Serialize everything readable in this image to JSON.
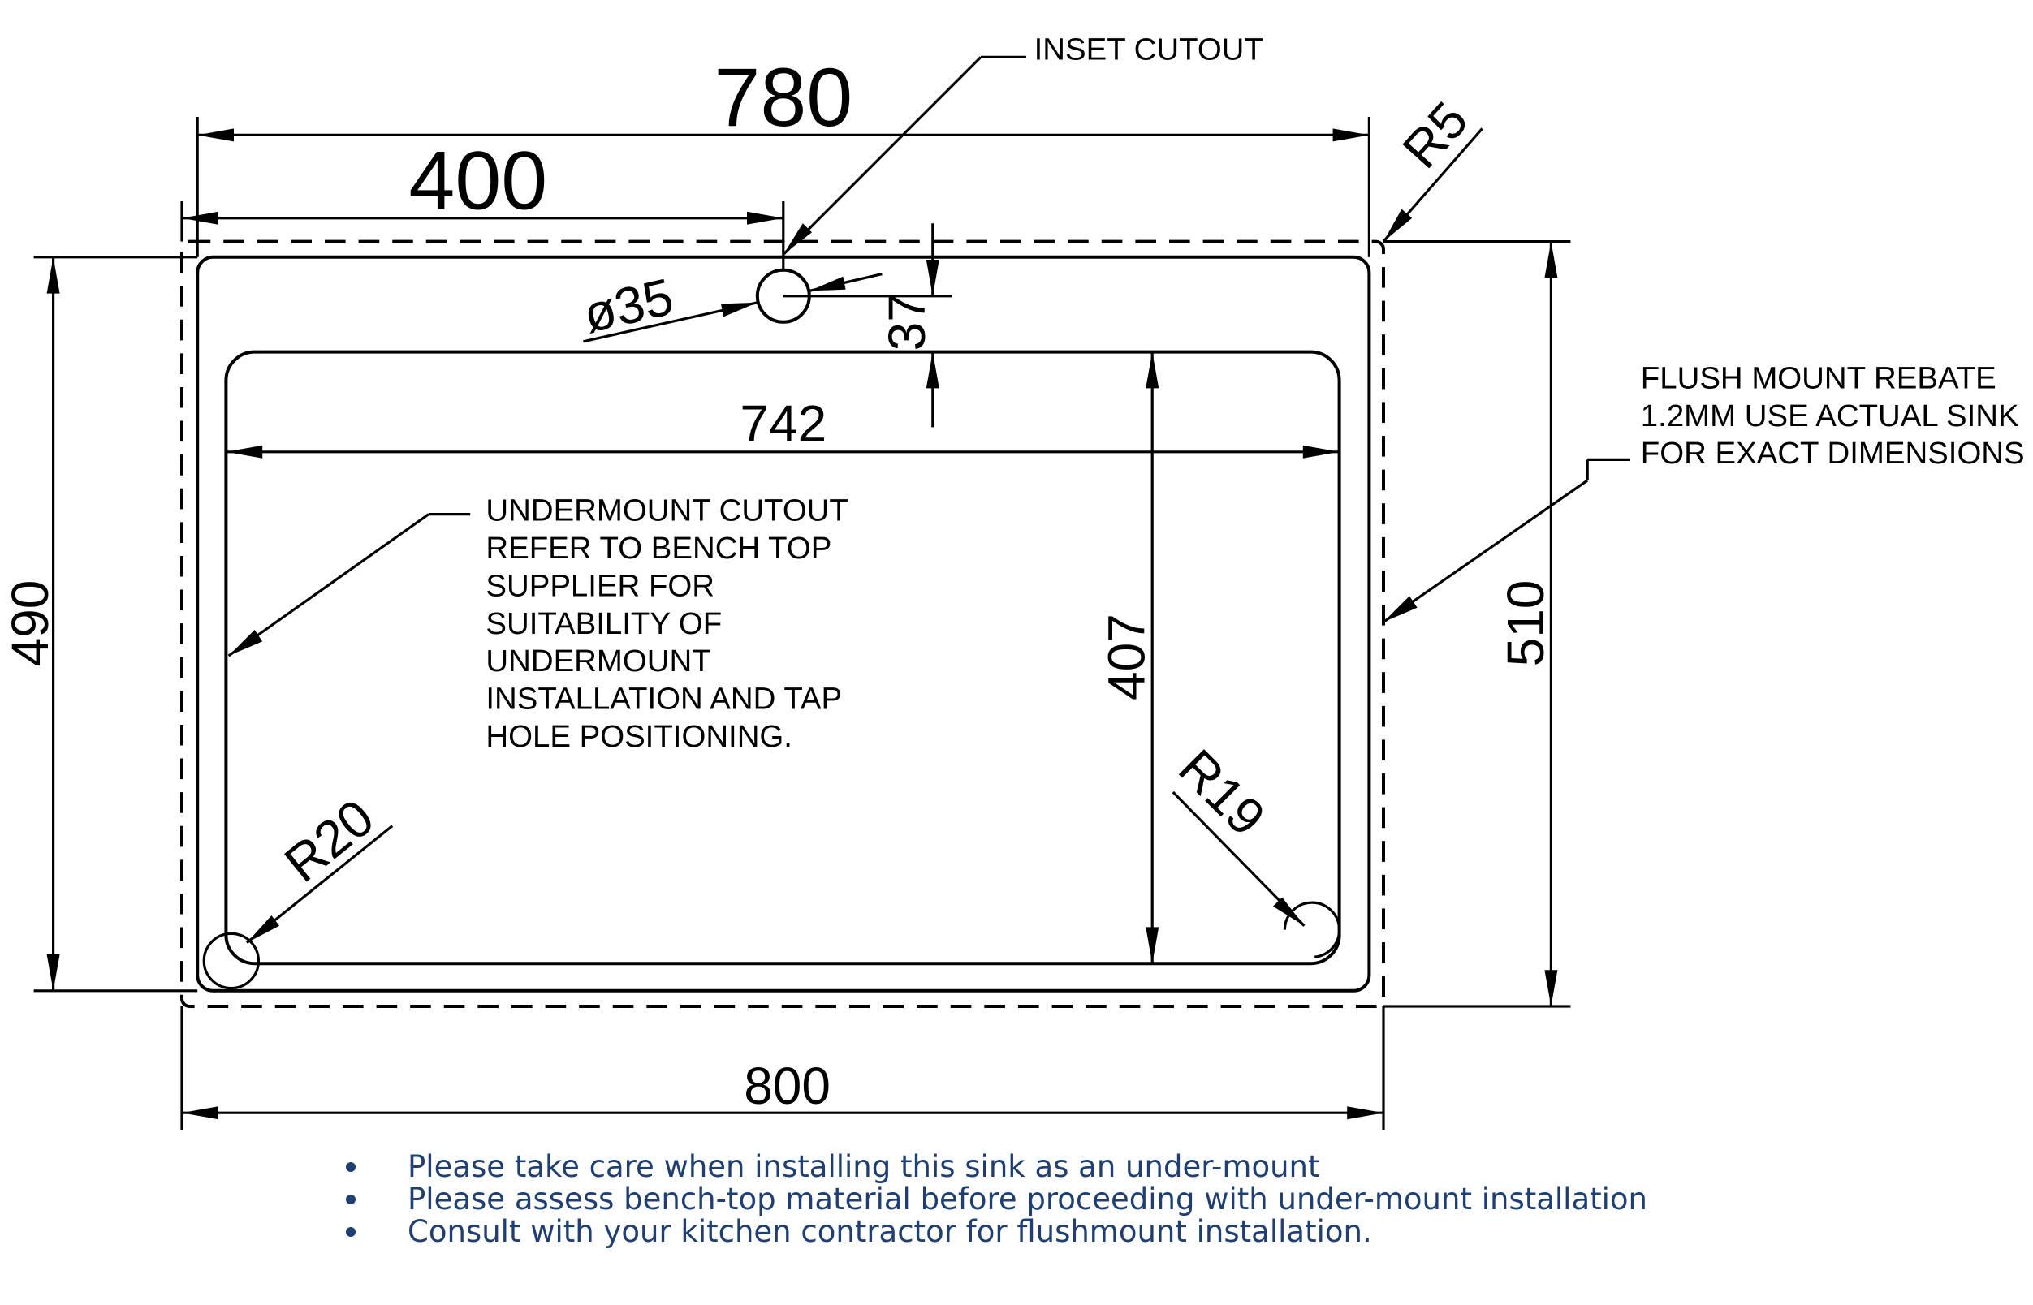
{
  "dimensions": {
    "width_780": "780",
    "width_400": "400",
    "hole_diameter": "ø35",
    "hole_offset": "37",
    "width_742": "742",
    "height_490": "490",
    "height_407": "407",
    "height_510": "510",
    "width_800": "800",
    "radius_r5": "R5",
    "radius_r20": "R20",
    "radius_r19": "R19"
  },
  "labels": {
    "inset_cutout": "INSET CUTOUT",
    "flush_mount": [
      "FLUSH MOUNT REBATE",
      "1.2MM USE ACTUAL SINK",
      "FOR EXACT DIMENSIONS"
    ],
    "undermount": [
      "UNDERMOUNT CUTOUT",
      "REFER TO BENCH TOP",
      "SUPPLIER FOR",
      "SUITABILITY OF",
      "UNDERMOUNT",
      "INSTALLATION AND TAP",
      "HOLE POSITIONING."
    ]
  },
  "notes": [
    "Please take care when installing this sink as an under-mount",
    "Please assess bench-top material before proceeding with under-mount installation",
    "Consult with your kitchen contractor for flushmount installation."
  ],
  "colors": {
    "lines": "#000000",
    "notes_text": "#1f3f73"
  }
}
